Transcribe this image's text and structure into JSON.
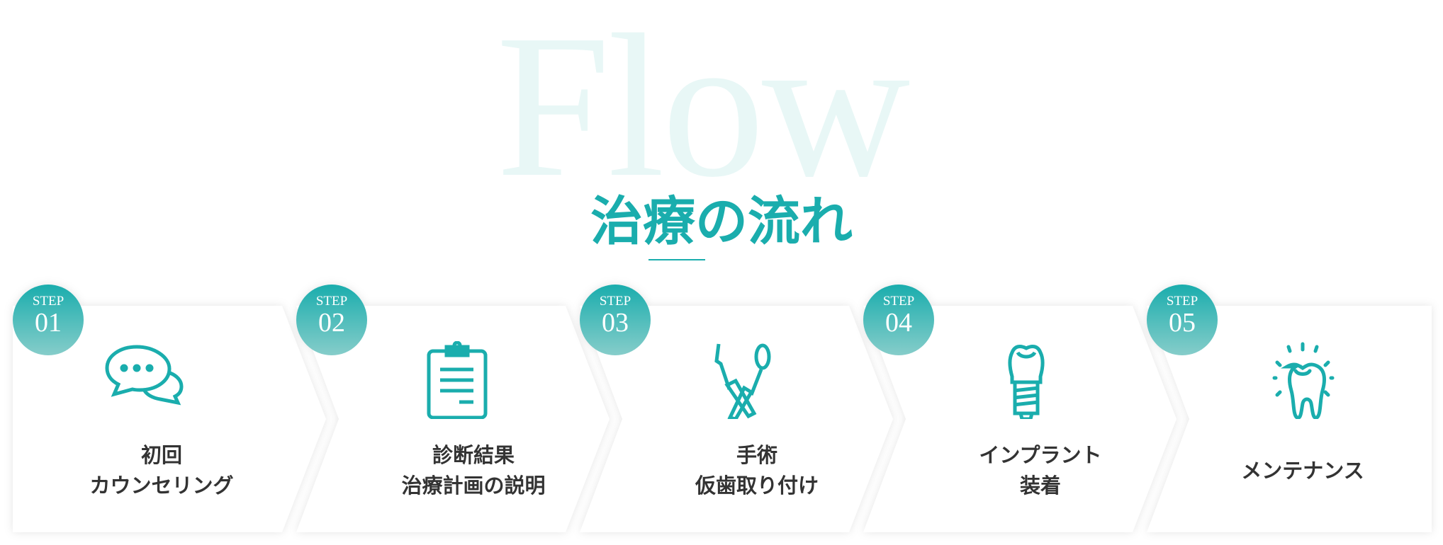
{
  "header": {
    "background_word": "Flow",
    "title": "治療の流れ"
  },
  "colors": {
    "accent": "#1aadad",
    "text": "#333333",
    "watermark": "#e8f7f6"
  },
  "steps": [
    {
      "step_label": "STEP",
      "number": "01",
      "icon": "chat-bubbles-icon",
      "lines": [
        "初回",
        "カウンセリング"
      ]
    },
    {
      "step_label": "STEP",
      "number": "02",
      "icon": "clipboard-icon",
      "lines": [
        "診断結果",
        "治療計画の説明"
      ]
    },
    {
      "step_label": "STEP",
      "number": "03",
      "icon": "dental-tools-icon",
      "lines": [
        "手術",
        "仮歯取り付け"
      ]
    },
    {
      "step_label": "STEP",
      "number": "04",
      "icon": "dental-implant-icon",
      "lines": [
        "インプラント",
        "装着"
      ]
    },
    {
      "step_label": "STEP",
      "number": "05",
      "icon": "sparkling-tooth-icon",
      "lines": [
        "メンテナンス"
      ]
    }
  ]
}
